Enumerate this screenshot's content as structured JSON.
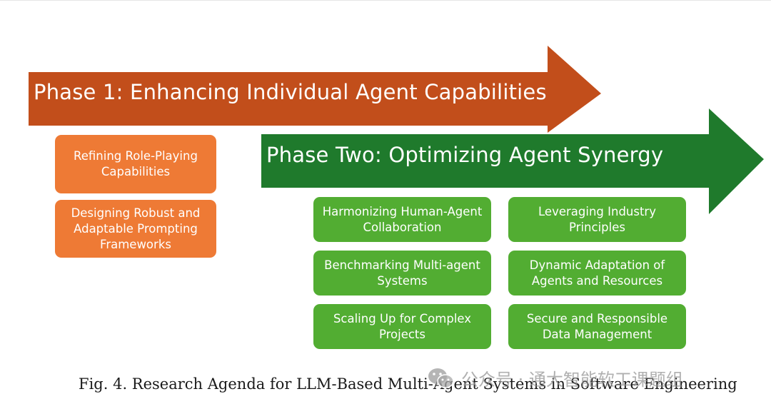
{
  "phase1": {
    "title": "Phase 1: Enhancing Individual Agent Capabilities",
    "color": "#c24e1b",
    "items": [
      "Refining Role-Playing\nCapabilities",
      "Designing Robust and\nAdaptable Prompting\nFrameworks"
    ],
    "item_color": "#ee7a35"
  },
  "phase2": {
    "title": "Phase Two: Optimizing Agent Synergy",
    "color": "#1f7a2c",
    "items": [
      "Harmonizing Human-Agent\nCollaboration",
      "Leveraging Industry\nPrinciples",
      "Benchmarking Multi-agent\nSystems",
      "Dynamic Adaptation of\nAgents and Resources",
      "Scaling Up for Complex\nProjects",
      "Secure and Responsible\nData Management"
    ],
    "item_color": "#52ad32"
  },
  "caption": "Fig. 4.  Research Agenda for LLM-Based Multi-Agent Systems in Software Engineering",
  "watermark": {
    "text": "公众号 · 通大智能软工课题组",
    "icon": "wechat-icon"
  }
}
